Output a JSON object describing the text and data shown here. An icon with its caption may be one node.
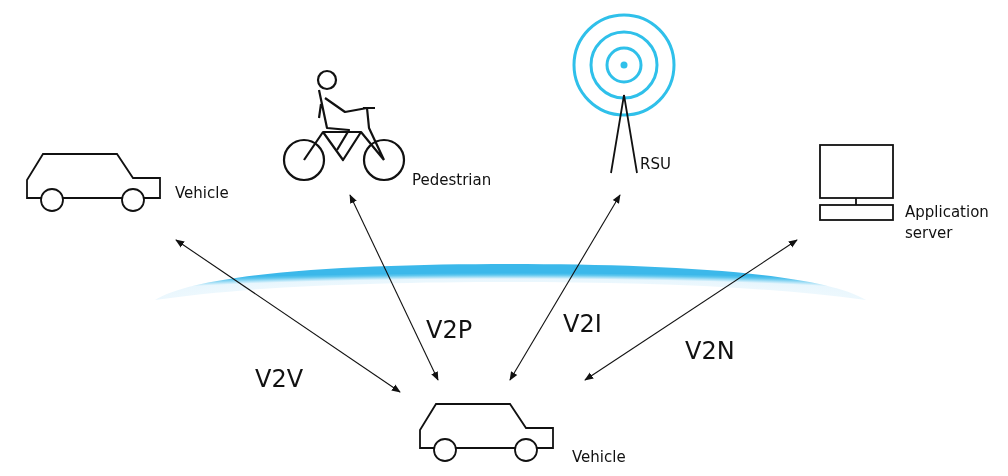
{
  "diagram": {
    "nodes": [
      {
        "text": [
          "Vehicle"
        ]
      },
      {
        "text": [
          "Pedestrian"
        ]
      },
      {
        "text": [
          "RSU"
        ]
      },
      {
        "text": [
          "Application server"
        ]
      },
      {
        "text": [
          "Vehicle"
        ]
      }
    ],
    "edges": [
      {
        "from": 4,
        "to": 0,
        "arrow": "both",
        "label": "V2V"
      },
      {
        "from": 4,
        "to": 1,
        "arrow": "both",
        "label": "V2P"
      },
      {
        "from": 4,
        "to": 2,
        "arrow": "both",
        "label": "V2I"
      },
      {
        "from": 4,
        "to": 3,
        "arrow": "both",
        "label": "V2N"
      }
    ]
  }
}
